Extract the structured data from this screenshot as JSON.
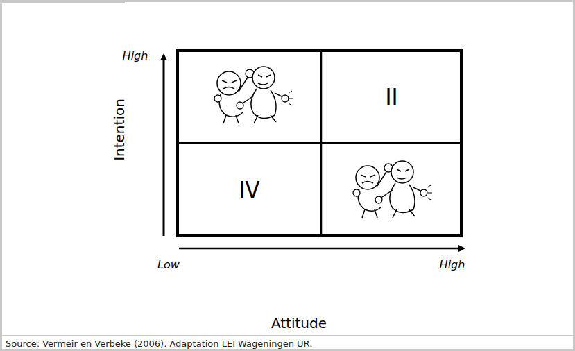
{
  "diagram": {
    "nodes": [
      {
        "text": [
          "II"
        ]
      },
      {
        "text": [
          "IV"
        ]
      }
    ],
    "labels": [
      "High",
      "Intention",
      "Low",
      "High",
      "Attitude",
      "Source: Vermeir en Verbeke (2006). Adaptation LEI Wageningen UR."
    ]
  }
}
